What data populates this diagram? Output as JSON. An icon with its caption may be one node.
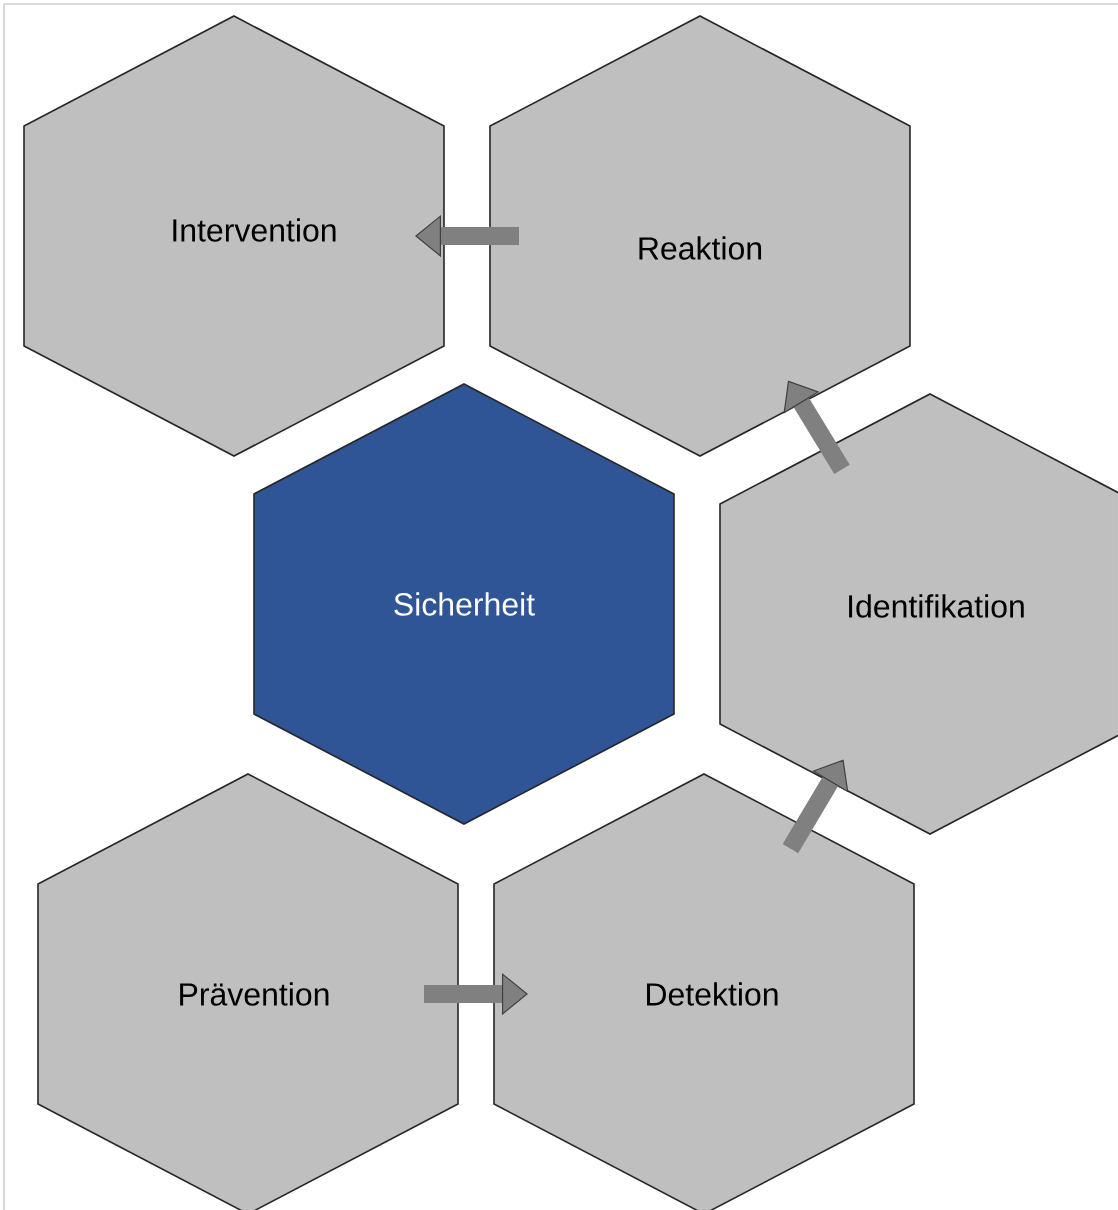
{
  "diagram": {
    "nodes": [
      {
        "text": [
          "Intervention"
        ]
      },
      {
        "text": [
          "Reaktion"
        ]
      },
      {
        "text": [
          "Sicherheit"
        ]
      },
      {
        "text": [
          "Identifikation"
        ]
      },
      {
        "text": [
          "Prävention"
        ]
      },
      {
        "text": [
          "Detektion"
        ]
      }
    ],
    "edges": [
      {
        "from": 1,
        "to": 0,
        "arrow": "to"
      },
      {
        "from": 4,
        "to": 5,
        "arrow": "to"
      },
      {
        "from": 5,
        "to": 3,
        "arrow": "to"
      },
      {
        "from": 3,
        "to": 1,
        "arrow": "to"
      }
    ]
  }
}
